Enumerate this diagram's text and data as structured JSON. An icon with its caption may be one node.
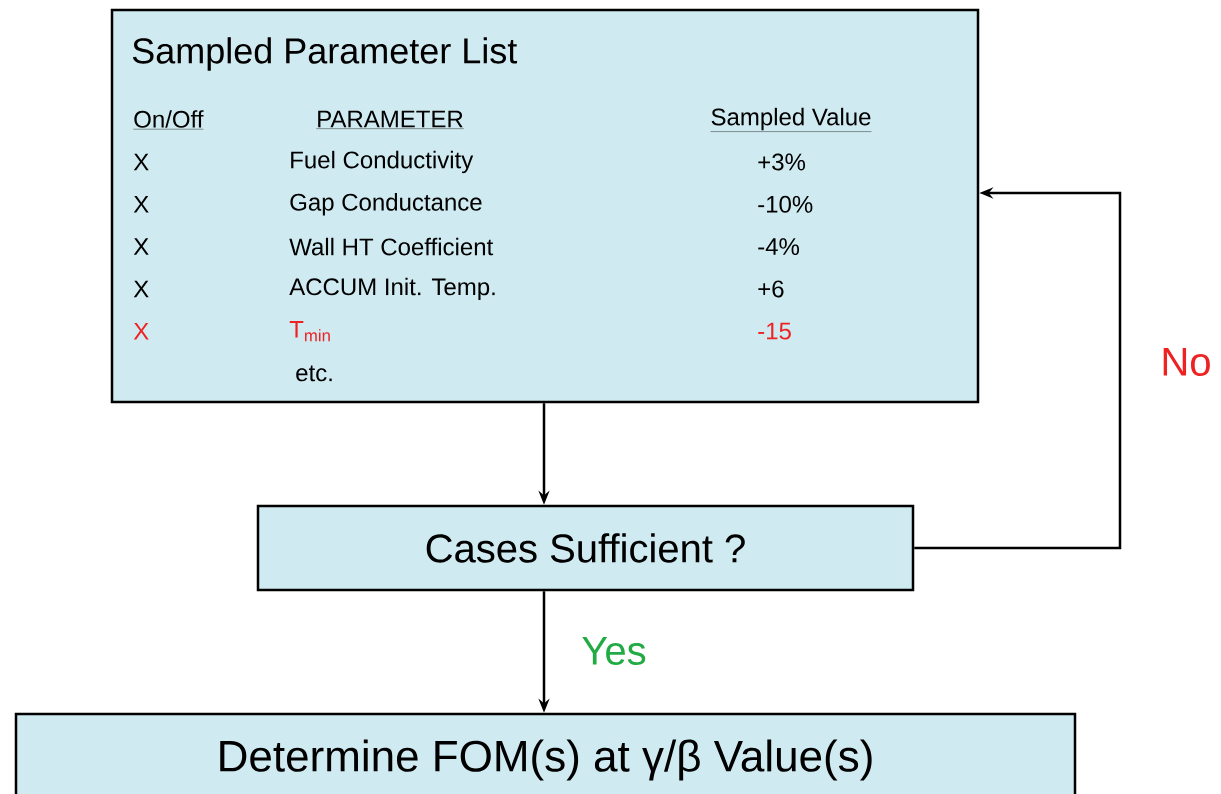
{
  "diagram": {
    "nodes": [
      {
        "text": [
          "Sampled Parameter List",
          "On/Off",
          "PARAMETER",
          "Sampled Value",
          "X",
          "Fuel Conductivity",
          "+3%",
          "X",
          "Gap Conductance",
          "-10%",
          "X",
          "Wall HT Coefficient",
          "-4%",
          "X",
          "ACCUM Init. Temp.",
          "+6",
          "X",
          "T$_{min}$",
          "-15",
          "etc."
        ]
      },
      {
        "text": [
          "Cases Sufficient ?"
        ]
      },
      {
        "text": [
          "Determine FOM(s) at γ/β Value(s)"
        ]
      }
    ],
    "edges": [
      {
        "from": 0,
        "to": 1,
        "arrow": "to"
      },
      {
        "from": 1,
        "to": 2,
        "arrow": "to",
        "label": "Yes"
      },
      {
        "from": 1,
        "to": 0,
        "arrow": "to",
        "label": "No"
      }
    ]
  }
}
